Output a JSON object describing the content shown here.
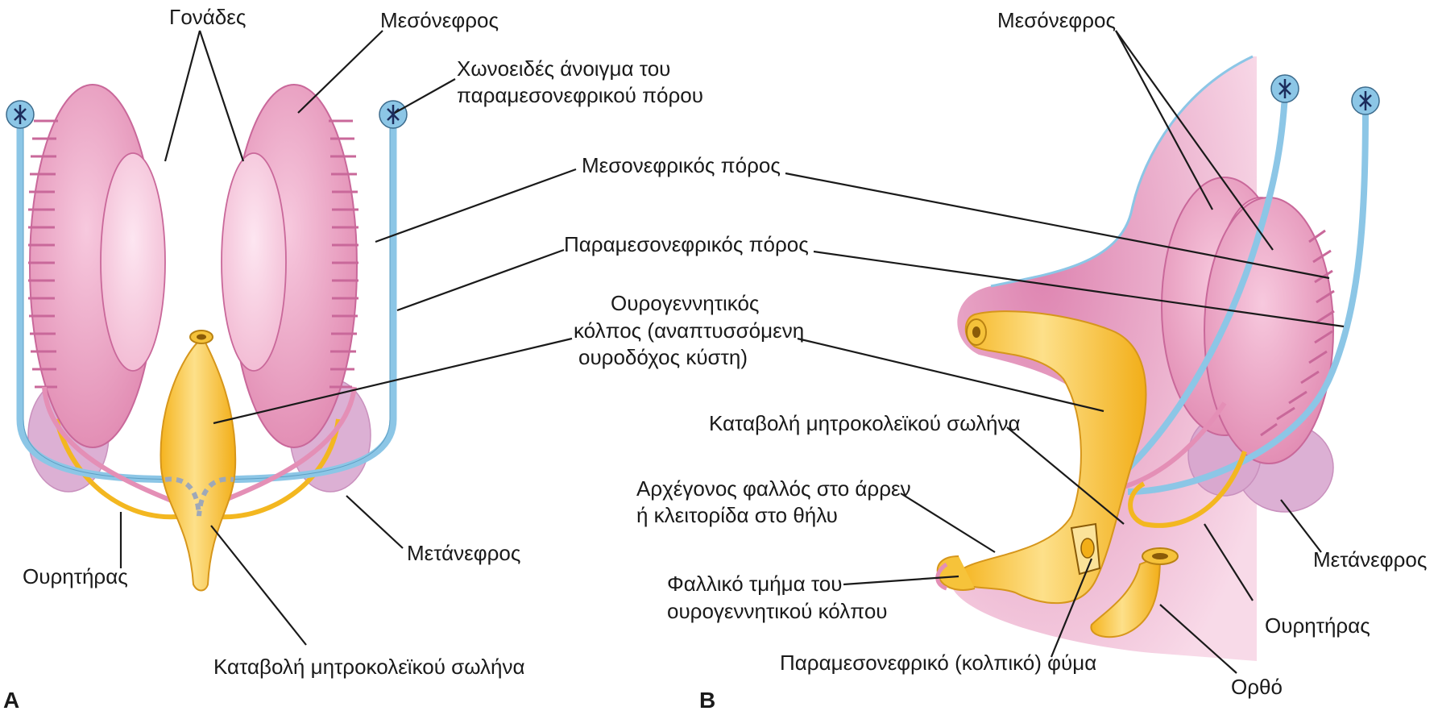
{
  "panel_a": {
    "letter": "A",
    "labels": {
      "gonads": "Γονάδες",
      "mesonephros": "Μεσόνεφρος",
      "funnel_line1": "Χωνοειδές άνοιγμα του",
      "funnel_line2": "παραμεσονεφρικού πόρου",
      "mesonephric_duct": "Μεσονεφρικός πόρος",
      "paramesonephric_duct": "Παραμεσονεφρικός πόρος",
      "sinus_line1": "Ουρογεννητικός",
      "sinus_line2": "κόλπος (αναπτυσσόμενη",
      "sinus_line3": "ουροδόχος κύστη)",
      "metanephros": "Μετάνεφρος",
      "ureter": "Ουρητήρας",
      "uterovaginal": "Καταβολή μητροκολεϊκού σωλήνα"
    }
  },
  "panel_b": {
    "letter": "B",
    "labels": {
      "mesonephros": "Μεσόνεφρος",
      "uterovaginal": "Καταβολή μητροκολεϊκού σωλήνα",
      "phallus_line1": "Αρχέγονος φαλλός στο άρρεν",
      "phallus_line2": "ή κλειτορίδα στο θήλυ",
      "phallic_line1": "Φαλλικό τμήμα του",
      "phallic_line2": "ουρογεννητικού κόλπου",
      "tubercle": "Παραμεσονεφρικό (κολπικό) φύμα",
      "metanephros": "Μετάνεφρος",
      "ureter": "Ουρητήρας",
      "rectum": "Ορθό"
    }
  },
  "colors": {
    "pink": "#e48fb6",
    "pink_light": "#f6c7dc",
    "blue": "#8cc6e6",
    "yellow": "#f7c42f",
    "lilac": "#d9a8cf"
  }
}
